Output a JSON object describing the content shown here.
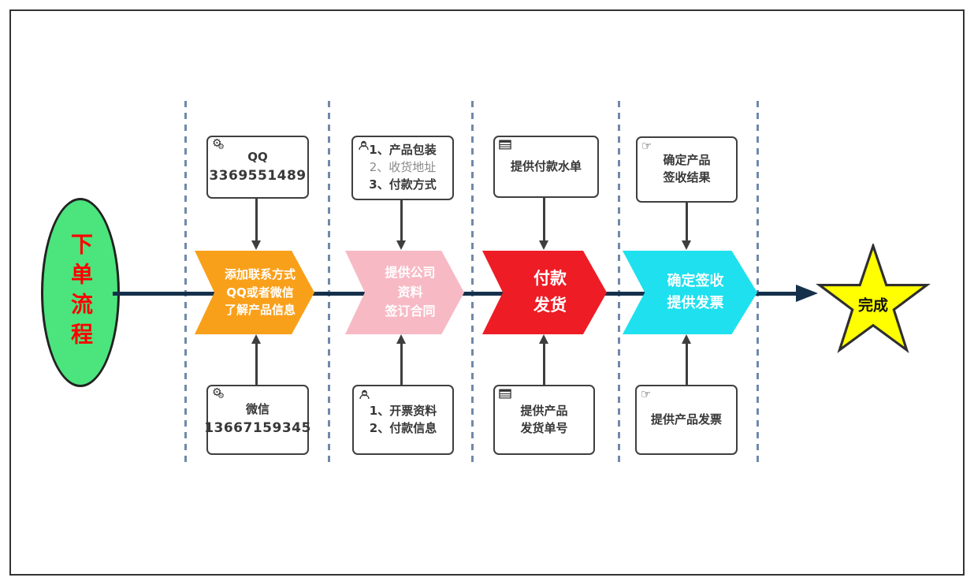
{
  "diagram": {
    "start": {
      "label": "下单流程",
      "fill": "#4CE47D",
      "text_color": "#FF0000"
    },
    "finish": {
      "label": "完成",
      "fill": "#FFFF00"
    },
    "colors": {
      "main_line": "#15304B",
      "lane_divider": "#7089A9",
      "connector": "#3E3E3E",
      "note_border": "#3F3F3F"
    },
    "steps": [
      {
        "chevron": {
          "fill": "#F9A01B",
          "lines": [
            "添加联系方式",
            "QQ或者微信",
            "了解产品信息"
          ]
        },
        "top_note": {
          "icon": "gears-icon",
          "lines": [
            "QQ",
            "3369551489"
          ]
        },
        "bottom_note": {
          "icon": "gears-icon",
          "lines": [
            "微信",
            "13667159345"
          ]
        }
      },
      {
        "chevron": {
          "fill": "#F7BAC5",
          "lines": [
            "提供公司",
            "资料",
            "签订合同"
          ]
        },
        "top_note": {
          "icon": "worker-icon",
          "lines": [
            "1、产品包装",
            "2、收货地址",
            "3、付款方式"
          ]
        },
        "bottom_note": {
          "icon": "worker-icon",
          "lines": [
            "1、开票资料",
            "2、付款信息"
          ]
        }
      },
      {
        "chevron": {
          "fill": "#EE1C25",
          "lines": [
            "付款",
            "发货"
          ]
        },
        "top_note": {
          "icon": "table-icon",
          "lines": [
            "提供付款水单"
          ]
        },
        "bottom_note": {
          "icon": "table-icon",
          "lines": [
            "提供产品",
            "发货单号"
          ]
        }
      },
      {
        "chevron": {
          "fill": "#1EE0EE",
          "lines": [
            "确定签收",
            "提供发票"
          ]
        },
        "top_note": {
          "icon": "hand-icon",
          "lines": [
            "确定产品",
            "签收结果"
          ]
        },
        "bottom_note": {
          "icon": "hand-icon",
          "lines": [
            "提供产品发票"
          ]
        }
      }
    ]
  }
}
